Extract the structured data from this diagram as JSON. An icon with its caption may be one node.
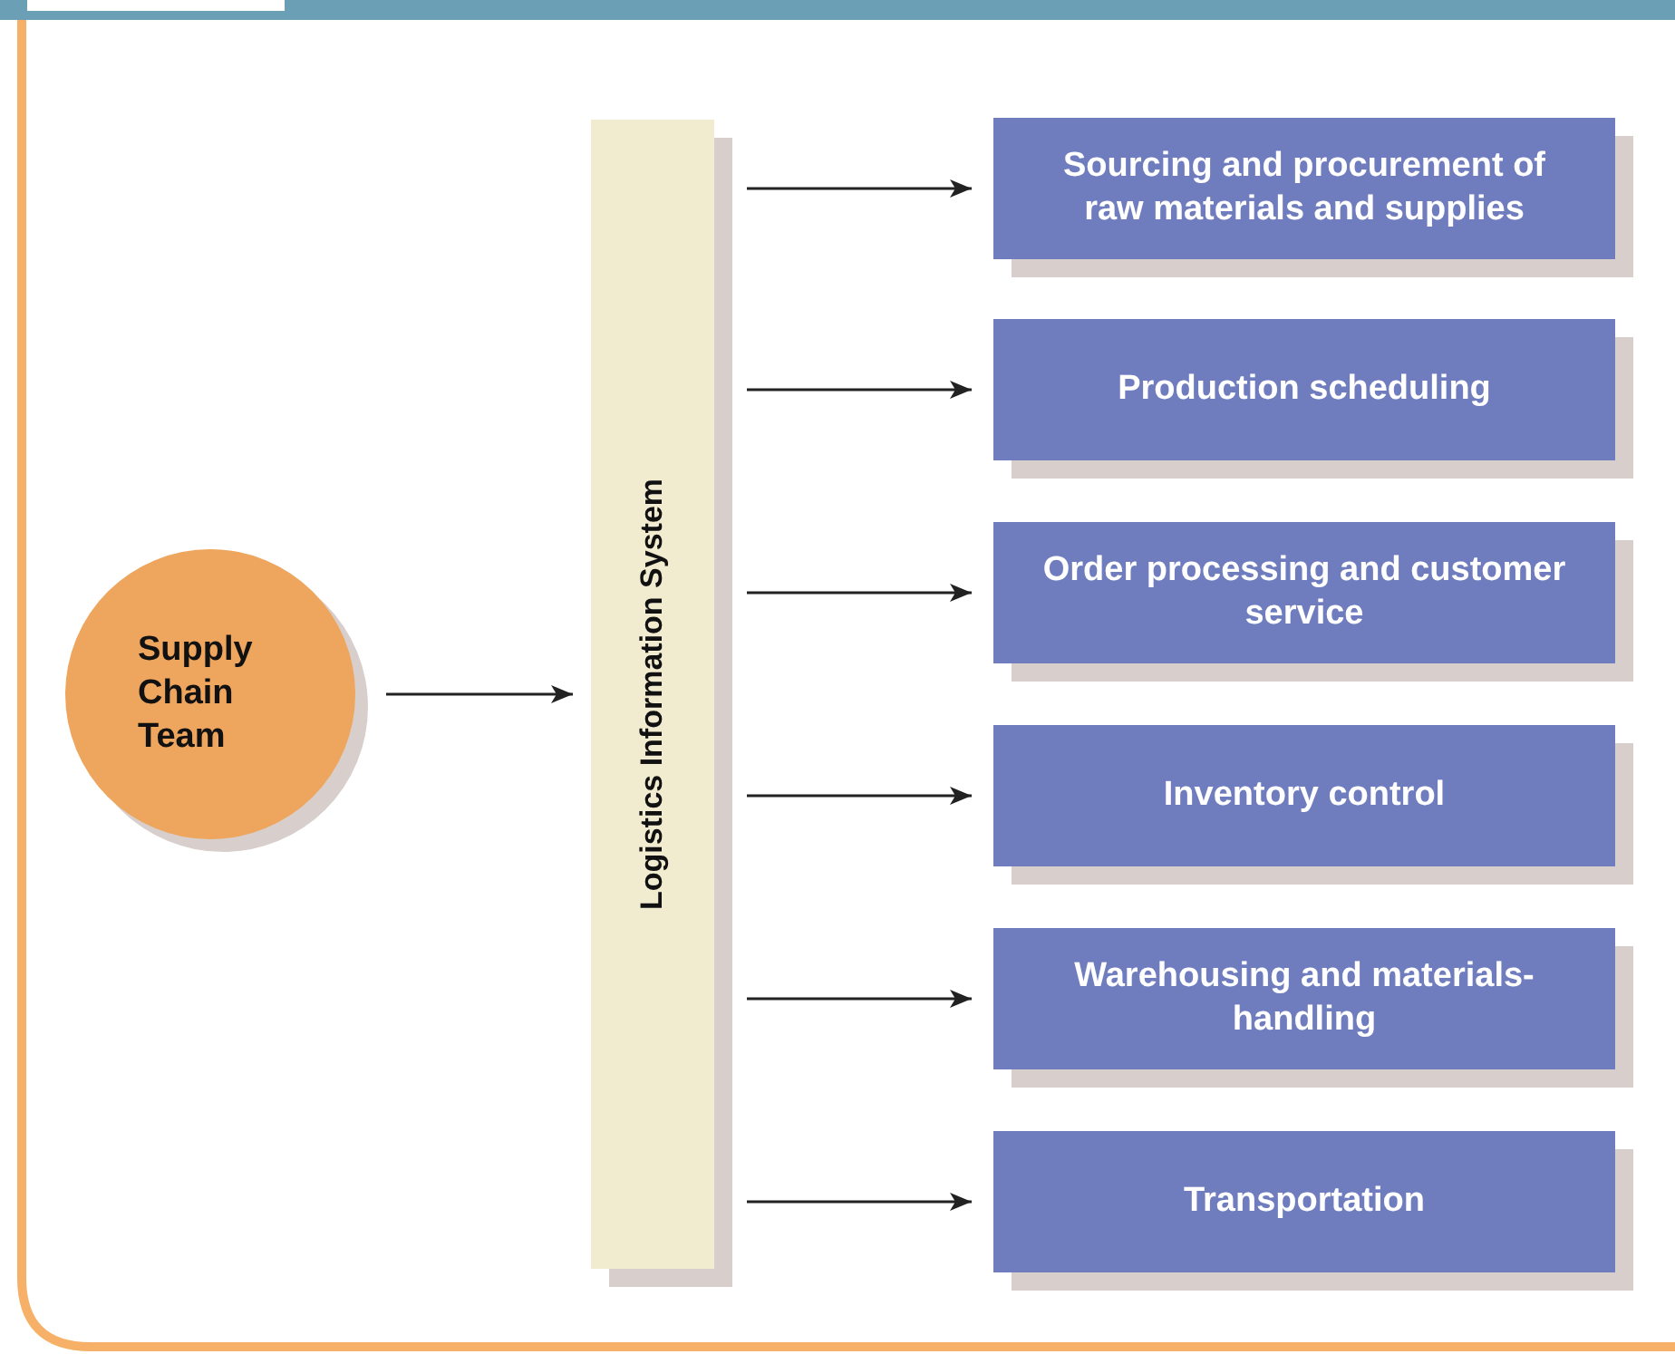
{
  "diagram": {
    "nodes": [
      {
        "text": [
          "Supply Chain Team"
        ]
      },
      {
        "text": [
          "Logistics Information System"
        ]
      },
      {
        "text": [
          "Sourcing and procurement of raw materials and supplies"
        ]
      },
      {
        "text": [
          "Production scheduling"
        ]
      },
      {
        "text": [
          "Order processing and customer service"
        ]
      },
      {
        "text": [
          "Inventory control"
        ]
      },
      {
        "text": [
          "Warehousing and materials-handling"
        ]
      },
      {
        "text": [
          "Transportation"
        ]
      }
    ],
    "edges": [
      {
        "from": 0,
        "to": 1,
        "arrow": "to"
      },
      {
        "from": 1,
        "to": 2,
        "arrow": "to"
      },
      {
        "from": 1,
        "to": 3,
        "arrow": "to"
      },
      {
        "from": 1,
        "to": 4,
        "arrow": "to"
      },
      {
        "from": 1,
        "to": 5,
        "arrow": "to"
      },
      {
        "from": 1,
        "to": 6,
        "arrow": "to"
      },
      {
        "from": 1,
        "to": 7,
        "arrow": "to"
      }
    ]
  }
}
